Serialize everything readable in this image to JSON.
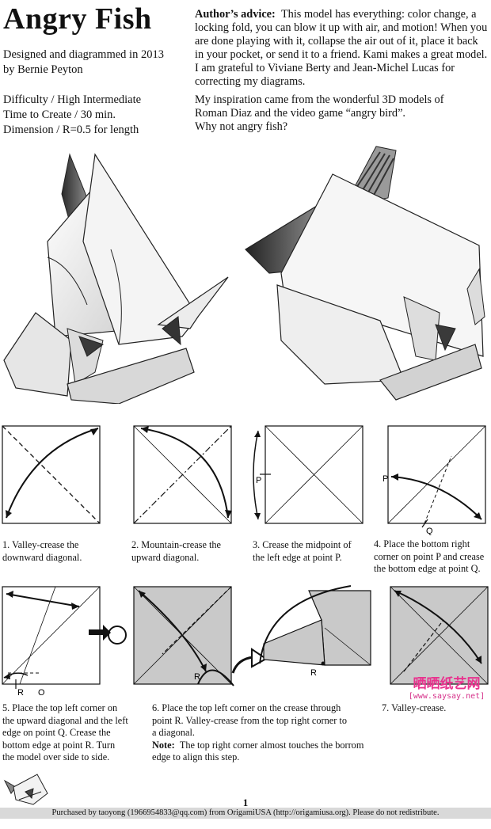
{
  "header": {
    "title": "Angry Fish",
    "designed_line1": "Designed and diagrammed in 2013",
    "designed_line2": "by Bernie Peyton",
    "difficulty": "Difficulty / High Intermediate",
    "time": "Time to Create / 30 min.",
    "dimension": "Dimension / R=0.5 for length"
  },
  "advice": {
    "label": "Author’s advice:",
    "text": "This model has everything: color change, a locking fold, you can blow it up with air, and motion! When you are done playing with it, collapse the air out of it, place it back in your pocket, or send it to a friend. Kami makes a great model. I am grateful to Viviane Berty and Jean-Michel Lucas for correcting my diagrams."
  },
  "inspiration": {
    "line1": "My inspiration came from the wonderful 3D models of",
    "line2": "Roman Diaz and the video game “angry bird”.",
    "line3": "Why not angry fish?"
  },
  "steps": [
    {
      "line1": "1.  Valley-crease the",
      "line2": "downward diagonal."
    },
    {
      "line1": "2.  Mountain-crease the",
      "line2": "upward diagonal."
    },
    {
      "line1": "3.  Crease the midpoint of",
      "line2": "the left edge at point P."
    },
    {
      "line1": "4.  Place the bottom right",
      "line2": "corner on point P and crease",
      "line3": "the bottom edge at point Q."
    },
    {
      "line1": "5.  Place the top left corner on",
      "line2": "the upward diagonal and the left",
      "line3": "edge on point Q.  Crease the",
      "line4": "bottom edge at point R.  Turn",
      "line5": "the model over side to side."
    },
    {
      "line1": "6.  Place the top left corner on the crease through",
      "line2": "point R.  Valley-crease from the top right corner to",
      "line3": "a diagonal.",
      "note_label": "Note:",
      "note_text": "The top right corner almost touches the borrom",
      "note_line2": "edge to align this step."
    },
    {
      "line1": "7.  Valley-crease."
    }
  ],
  "labels": {
    "p": "P",
    "q": "Q",
    "r": "R"
  },
  "page_number": "1",
  "footer": "Purchased by taoyong (1966954833@qq.com) from OrigamiUSA (http://origamiusa.org). Please do not redistribute.",
  "watermark": {
    "cn": "晒晒纸艺网",
    "url": "[www.saysay.net]"
  },
  "colors": {
    "paper_gray": "#c9c9c9",
    "watermark_pink": "#e8338e",
    "footer_bg": "#d9d9d9"
  }
}
